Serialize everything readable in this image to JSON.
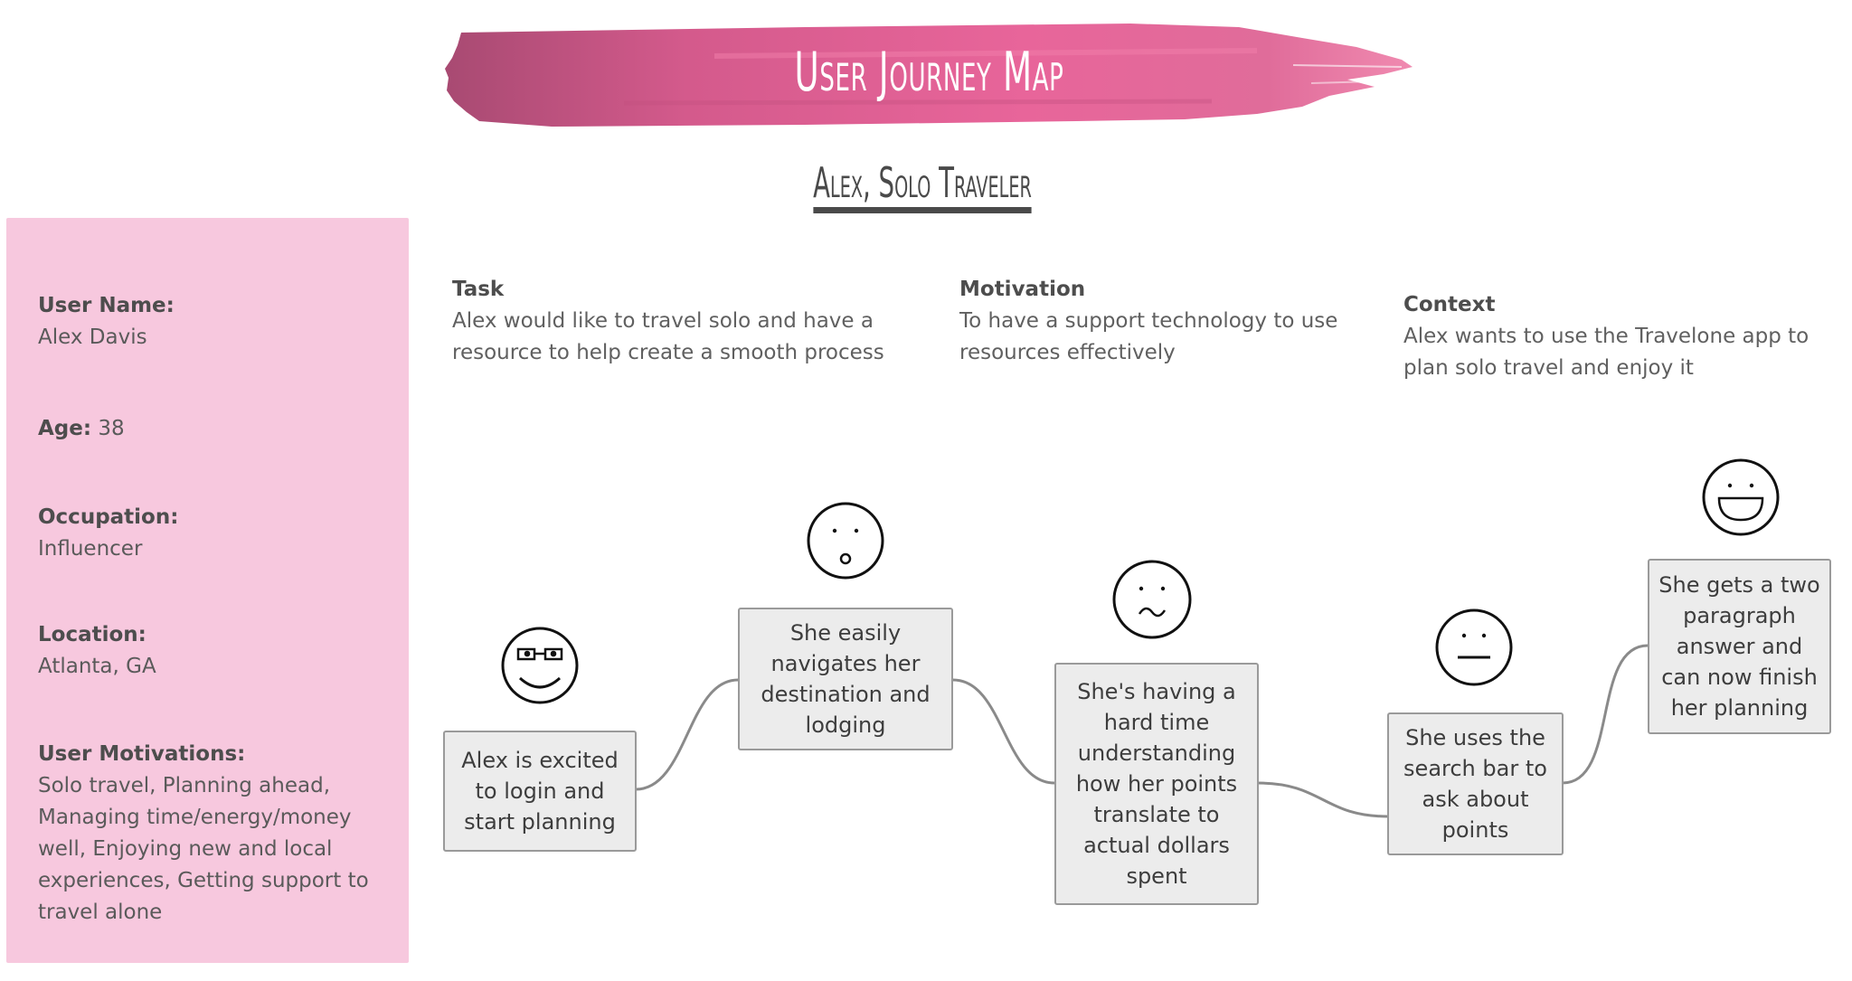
{
  "header": {
    "title": "User Journey Map",
    "subtitle": "Alex, Solo Traveler",
    "banner_color": "#e0628f"
  },
  "persona": {
    "panel_color": "#f7c8de",
    "fields": [
      {
        "label": "User Name:",
        "value": "Alex Davis"
      },
      {
        "label": "Age:",
        "value": "38"
      },
      {
        "label": "Occupation:",
        "value": "Influencer"
      },
      {
        "label": "Location:",
        "value": "Atlanta, GA"
      },
      {
        "label": "User Motivations:",
        "value": "Solo travel, Planning ahead, Managing time/energy/money well, Enjoying new and local experiences, Getting support to travel alone"
      }
    ]
  },
  "overview": {
    "task": {
      "label": "Task",
      "text": "Alex would like to travel solo and have a resource to help create a smooth process"
    },
    "motivation": {
      "label": "Motivation",
      "text": "To have a support technology to use resources effectively"
    },
    "context": {
      "label": "Context",
      "text": "Alex wants to use the Travelone app to plan solo travel and enjoy it"
    }
  },
  "journey": {
    "steps": [
      {
        "text": "Alex is excited to login and start planning",
        "emotion": "happy-glasses-icon"
      },
      {
        "text": "She easily navigates her destination and lodging",
        "emotion": "surprised-face-icon"
      },
      {
        "text": "She's having a hard time understanding how her points translate to actual dollars spent",
        "emotion": "confused-face-icon"
      },
      {
        "text": "She uses the search bar to ask about points",
        "emotion": "neutral-face-icon"
      },
      {
        "text": "She gets a two paragraph answer and can now finish her planning",
        "emotion": "laughing-face-icon"
      }
    ],
    "connector_color": "#888888",
    "box_color": "#ececec"
  }
}
